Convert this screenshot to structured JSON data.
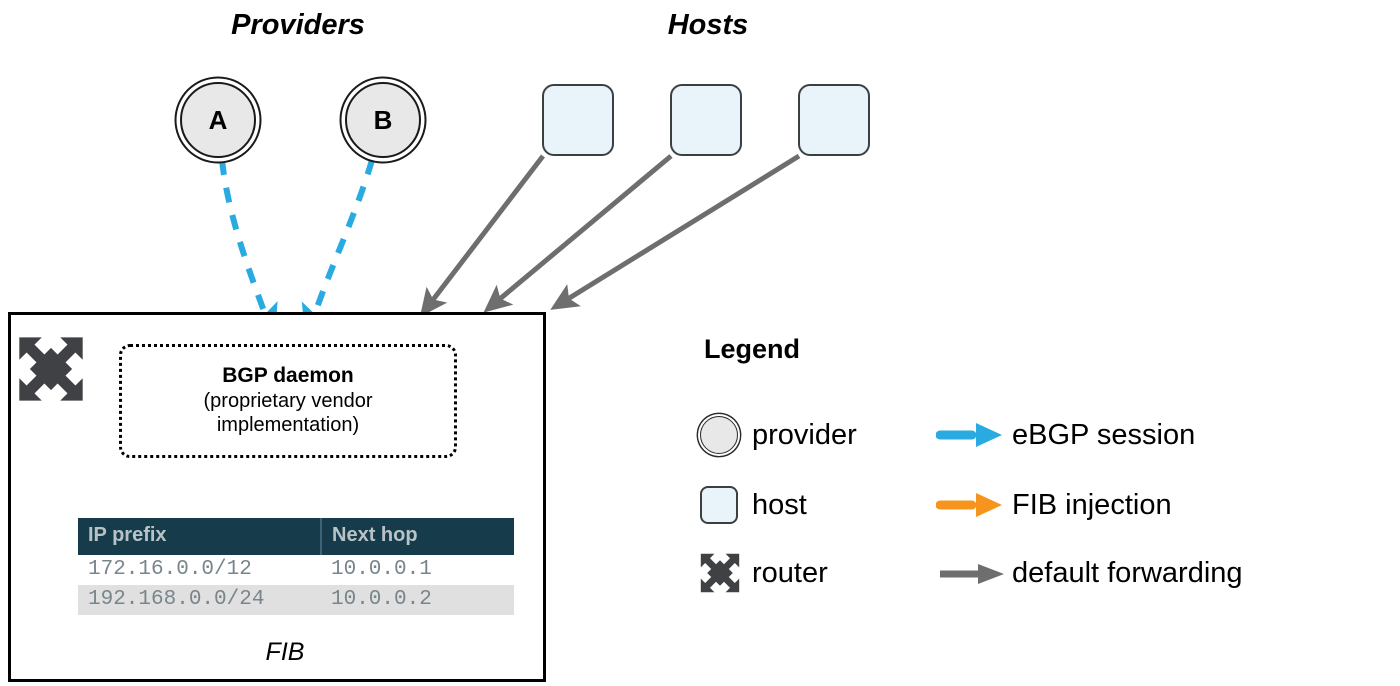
{
  "sections": {
    "providers_title": "Providers",
    "hosts_title": "Hosts"
  },
  "providers": [
    {
      "label": "A"
    },
    {
      "label": "B"
    }
  ],
  "hosts": [
    {
      "label": ""
    },
    {
      "label": ""
    },
    {
      "label": ""
    }
  ],
  "router": {
    "bgp_daemon": {
      "title": "BGP daemon",
      "subtitle_line1": "(proprietary vendor",
      "subtitle_line2": "implementation)"
    },
    "fib": {
      "caption": "FIB",
      "columns": [
        "IP prefix",
        "Next hop"
      ],
      "rows": [
        {
          "prefix": "172.16.0.0/12",
          "next_hop": "10.0.0.1"
        },
        {
          "prefix": "192.168.0.0/24",
          "next_hop": "10.0.0.2"
        }
      ]
    }
  },
  "legend": {
    "title": "Legend",
    "shapes": [
      {
        "icon": "provider-circle-icon",
        "label": "provider"
      },
      {
        "icon": "host-square-icon",
        "label": "host"
      },
      {
        "icon": "router-cross-arrows-icon",
        "label": "router"
      }
    ],
    "arrows": [
      {
        "icon": "arrow-right-icon",
        "label": "eBGP session",
        "color": "#29ABE2"
      },
      {
        "icon": "arrow-right-icon",
        "label": "FIB injection",
        "color": "#F7941E"
      },
      {
        "icon": "arrow-right-icon",
        "label": "default forwarding",
        "color": "#6E6E6E"
      }
    ]
  },
  "colors": {
    "ebgp": "#29ABE2",
    "fib_injection": "#F7941E",
    "default_forwarding": "#6E6E6E",
    "table_header_bg": "#163C4B",
    "table_header_text": "#B9C3C7",
    "table_row_text": "#78868C",
    "table_alt_row_bg": "#E0E0E0",
    "provider_fill": "#E8E8E8",
    "host_fill": "#E8F4FA",
    "router_glyph": "#3F4144"
  }
}
